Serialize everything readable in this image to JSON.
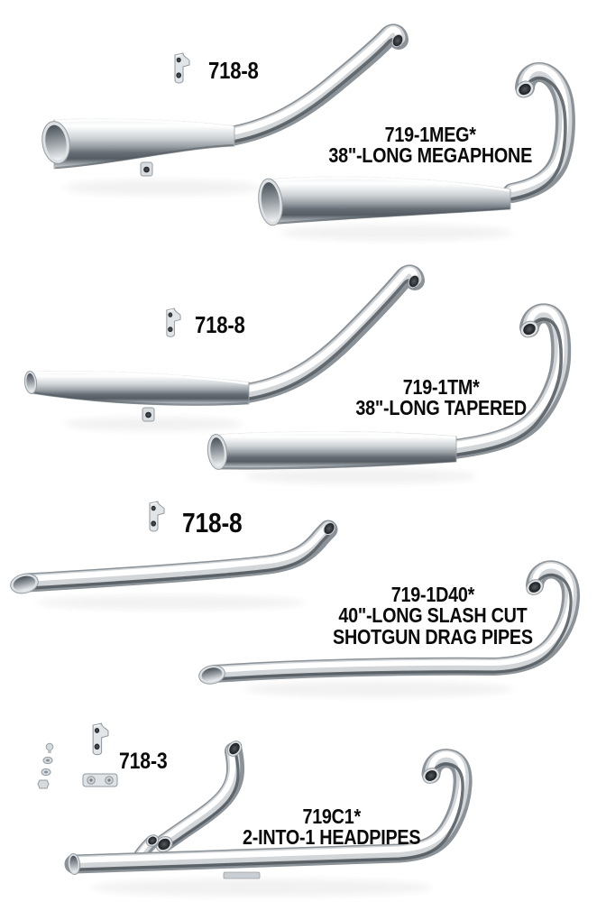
{
  "page": {
    "background_color": "#ffffff",
    "text_color": "#0a0a0a"
  },
  "sections": [
    {
      "name": "38-inch megaphone exhaust pipes",
      "hardware_label": "718-8",
      "part_number": "719-1MEG*",
      "description": "38\"-LONG MEGAPHONE"
    },
    {
      "name": "38-inch tapered exhaust pipes",
      "hardware_label": "718-8",
      "part_number": "719-1TM*",
      "description": "38\"-LONG TAPERED"
    },
    {
      "name": "40-inch slash cut shotgun drag pipes",
      "hardware_label": "718-8",
      "part_number": "719-1D40*",
      "description": "40\"-LONG SLASH CUT\nSHOTGUN DRAG PIPES"
    },
    {
      "name": "2-into-1 headpipes",
      "hardware_label": "718-3",
      "part_number": "719C1*",
      "description": "2-INTO-1 HEADPIPES"
    }
  ]
}
